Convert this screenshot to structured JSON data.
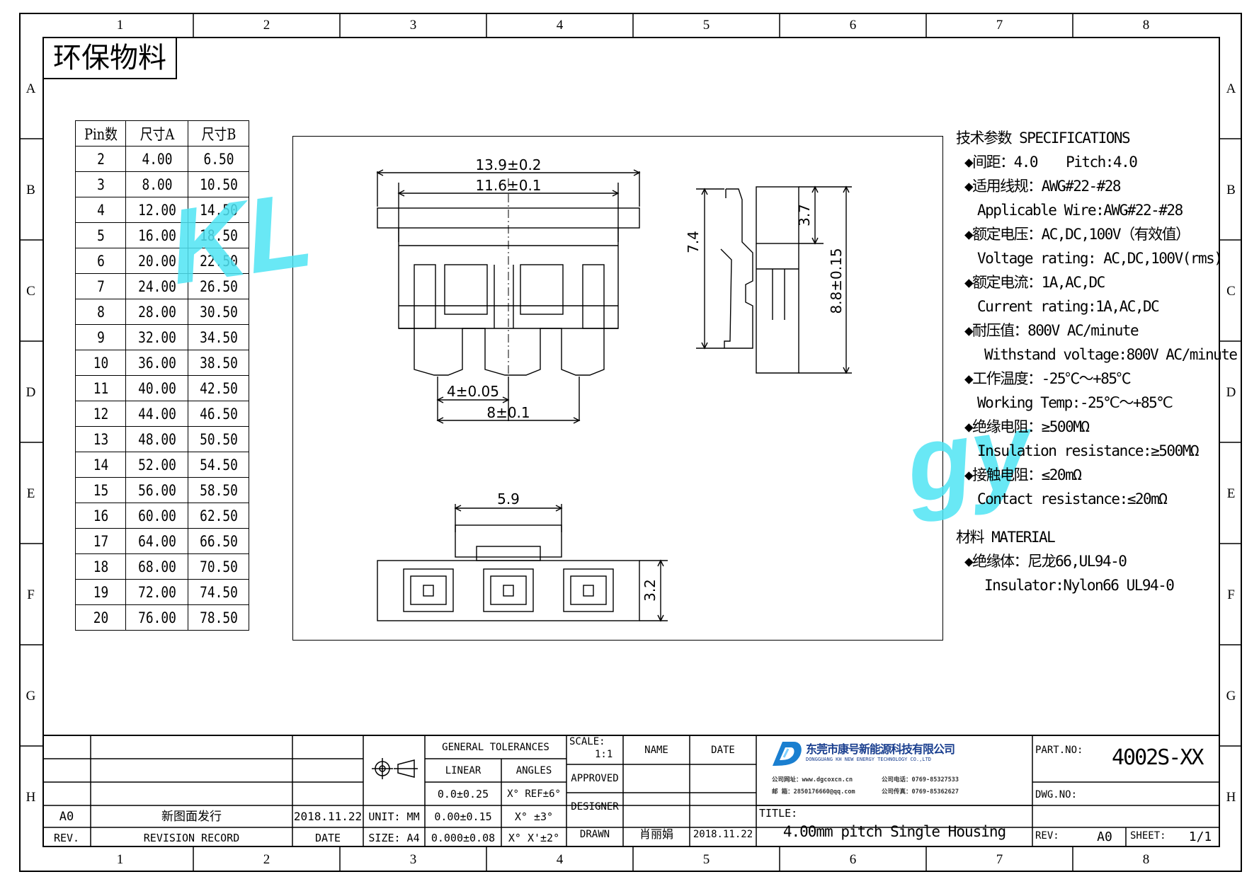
{
  "zones": {
    "columns": [
      "1",
      "2",
      "3",
      "4",
      "5",
      "6",
      "7",
      "8"
    ],
    "rows": [
      "A",
      "B",
      "C",
      "D",
      "E",
      "F",
      "G",
      "H"
    ]
  },
  "stamp": "环保物料",
  "pin_table": {
    "headers": [
      "Pin数",
      "尺寸A",
      "尺寸B"
    ],
    "rows": [
      [
        "2",
        "4.00",
        "6.50"
      ],
      [
        "3",
        "8.00",
        "10.50"
      ],
      [
        "4",
        "12.00",
        "14.50"
      ],
      [
        "5",
        "16.00",
        "18.50"
      ],
      [
        "6",
        "20.00",
        "22.50"
      ],
      [
        "7",
        "24.00",
        "26.50"
      ],
      [
        "8",
        "28.00",
        "30.50"
      ],
      [
        "9",
        "32.00",
        "34.50"
      ],
      [
        "10",
        "36.00",
        "38.50"
      ],
      [
        "11",
        "40.00",
        "42.50"
      ],
      [
        "12",
        "44.00",
        "46.50"
      ],
      [
        "13",
        "48.00",
        "50.50"
      ],
      [
        "14",
        "52.00",
        "54.50"
      ],
      [
        "15",
        "56.00",
        "58.50"
      ],
      [
        "16",
        "60.00",
        "62.50"
      ],
      [
        "17",
        "64.00",
        "66.50"
      ],
      [
        "18",
        "68.00",
        "70.50"
      ],
      [
        "19",
        "72.00",
        "74.50"
      ],
      [
        "20",
        "76.00",
        "78.50"
      ]
    ]
  },
  "dimensions": {
    "overall_width": "13.9±0.2",
    "inner_width": "11.6±0.1",
    "pitch_small": "4±0.05",
    "pitch_large": "8±0.1",
    "side_height": "7.4",
    "side_upper": "3.7",
    "side_total": "8.8±0.15",
    "bottom_width": "5.9",
    "bottom_height": "3.2"
  },
  "specs": {
    "heading": "技术参数  SPECIFICATIONS",
    "lines": [
      {
        "cn": "◆间距：4.0",
        "en": "Pitch:4.0"
      },
      {
        "cn": "◆适用线规：AWG#22-#28",
        "en": "Applicable Wire:AWG#22-#28"
      },
      {
        "cn": "◆额定电压：AC,DC,100V（有效值）",
        "en": "Voltage rating: AC,DC,100V(rms)"
      },
      {
        "cn": "◆额定电流：1A,AC,DC",
        "en": "Current rating:1A,AC,DC"
      },
      {
        "cn": "◆耐压值：800V AC/minute",
        "en": "Withstand voltage:800V AC/minute"
      },
      {
        "cn": "◆工作温度：-25℃～+85℃",
        "en": "Working Temp:-25℃～+85℃"
      },
      {
        "cn": "◆绝缘电阻：≥500MΩ",
        "en": "Insulation resistance:≥500MΩ"
      },
      {
        "cn": "◆接触电阻：≤20mΩ",
        "en": "Contact resistance:≤20mΩ"
      }
    ],
    "material_heading": "材料  MATERIAL",
    "material_cn": "◆绝缘体：尼龙66,UL94-0",
    "material_en": "Insulator:Nylon66 UL94-0"
  },
  "title_block": {
    "rev_code": "A0",
    "revision_text": "新图面发行",
    "revision_date": "2018.11.22",
    "rev_label": "REV.",
    "revision_record_label": "REVISION RECORD",
    "date_label": "DATE",
    "unit_label": "UNIT: MM",
    "size_label": "SIZE: A4",
    "general_tolerances": "GENERAL TOLERANCES",
    "linear": "LINEAR",
    "angles": "ANGLES",
    "lin1": "0.0±0.25",
    "lin2": "0.00±0.15",
    "lin3": "0.000±0.08",
    "ang1": "X° REF±6°",
    "ang2": "X° ±3°",
    "ang3": "X° X'±2°",
    "scale_label": "SCALE:",
    "scale_value": "1:1",
    "name_label": "NAME",
    "date_col_label": "DATE",
    "approved": "APPROVED",
    "designer": "DESIGNER",
    "drawn": "DRAWN",
    "drawn_name": "肖丽娟",
    "drawn_date": "2018.11.22",
    "company_cn": "东莞市康号新能源科技有限公司",
    "company_en": "DONGGUANG KH NEW ENERGY TECHNOLOGY CO.,LTD",
    "contact1a": "公司网址：www.dgcoxcn.cn",
    "contact1b": "公司电话：0769-85327533",
    "contact2a": "邮  箱：2850176660@qq.com",
    "contact2b": "公司传真：0769-85362627",
    "title_label": "TITLE:",
    "title_value": "4.00mm pitch Single Housing",
    "part_no_label": "PART.NO:",
    "part_no_value": "4002S-XX",
    "dwg_no_label": "DWG.NO:",
    "rev_label2": "REV:",
    "rev_value": "A0",
    "sheet_label": "SHEET:",
    "sheet_value": "1/1"
  },
  "watermark": {
    "left": "KL",
    "right": "gy"
  }
}
